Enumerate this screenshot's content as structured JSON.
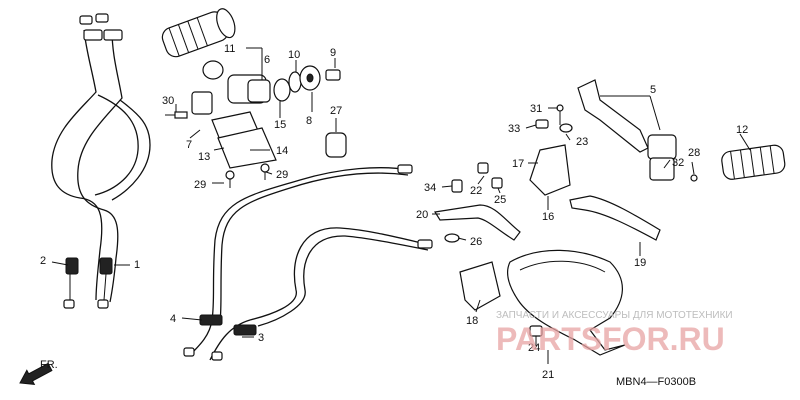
{
  "callouts": {
    "c1": "1",
    "c2": "2",
    "c3": "3",
    "c4": "4",
    "c5": "5",
    "c6": "6",
    "c7": "7",
    "c8": "8",
    "c9": "9",
    "c10": "10",
    "c11": "11",
    "c12": "12",
    "c13": "13",
    "c14": "14",
    "c15": "15",
    "c16": "16",
    "c17": "17",
    "c18": "18",
    "c19": "19",
    "c20": "20",
    "c21": "21",
    "c22": "22",
    "c23": "23",
    "c24": "24",
    "c25": "25",
    "c26": "26",
    "c27": "27",
    "c28": "28",
    "c29a": "29",
    "c29b": "29",
    "c30": "30",
    "c31": "31",
    "c32": "32",
    "c33": "33",
    "c34": "34"
  },
  "front_label": "FR.",
  "diagram_code": "MBN4—F0300B",
  "watermark": {
    "caption": "ЗАПЧАСТИ И АКСЕССУАРЫ ДЛЯ МОТОТЕХНИКИ",
    "brand": "PARTSFOR.RU"
  }
}
